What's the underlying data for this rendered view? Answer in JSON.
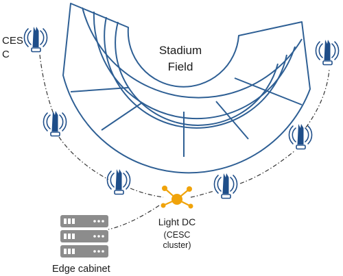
{
  "stadium": {
    "title_line1": "Stadium",
    "title_line2": "Field"
  },
  "ces": {
    "line1": "CES",
    "line2": "C"
  },
  "light_dc": {
    "name": "Light DC",
    "detail_line1": "(CESC",
    "detail_line2": "cluster)"
  },
  "edge_cabinet": {
    "label": "Edge cabinet"
  },
  "icons": {
    "access_point": "access-point-icon",
    "cluster": "cluster-hub-icon",
    "server": "server-rack-icon"
  },
  "colors": {
    "stadium_stroke": "#2e5f94",
    "access_point": "#1f4e89",
    "hub": "#f0a30a",
    "server": "#8c8c8c",
    "link": "#333333"
  }
}
